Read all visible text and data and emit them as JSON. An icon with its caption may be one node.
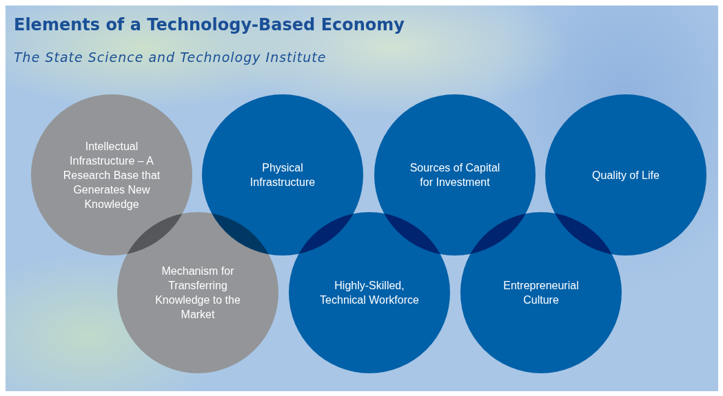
{
  "diagram": {
    "title": "Elements of a Technology-Based Economy",
    "nodes": [
      {
        "text": [
          "Intellectual Infrastructure – A Research Base that Generates New Knowledge"
        ]
      },
      {
        "text": [
          "Physical Infrastructure"
        ]
      },
      {
        "text": [
          "Sources of Capital for Investment"
        ]
      },
      {
        "text": [
          "Quality of Life"
        ]
      },
      {
        "text": [
          "Mechanism for Transferring Knowledge to the Market"
        ]
      },
      {
        "text": [
          "Highly-Skilled, Technical Workforce"
        ]
      },
      {
        "text": [
          "Entrepreneurial Culture"
        ]
      }
    ],
    "labels": [
      "The State Science and Technology Institute"
    ]
  }
}
